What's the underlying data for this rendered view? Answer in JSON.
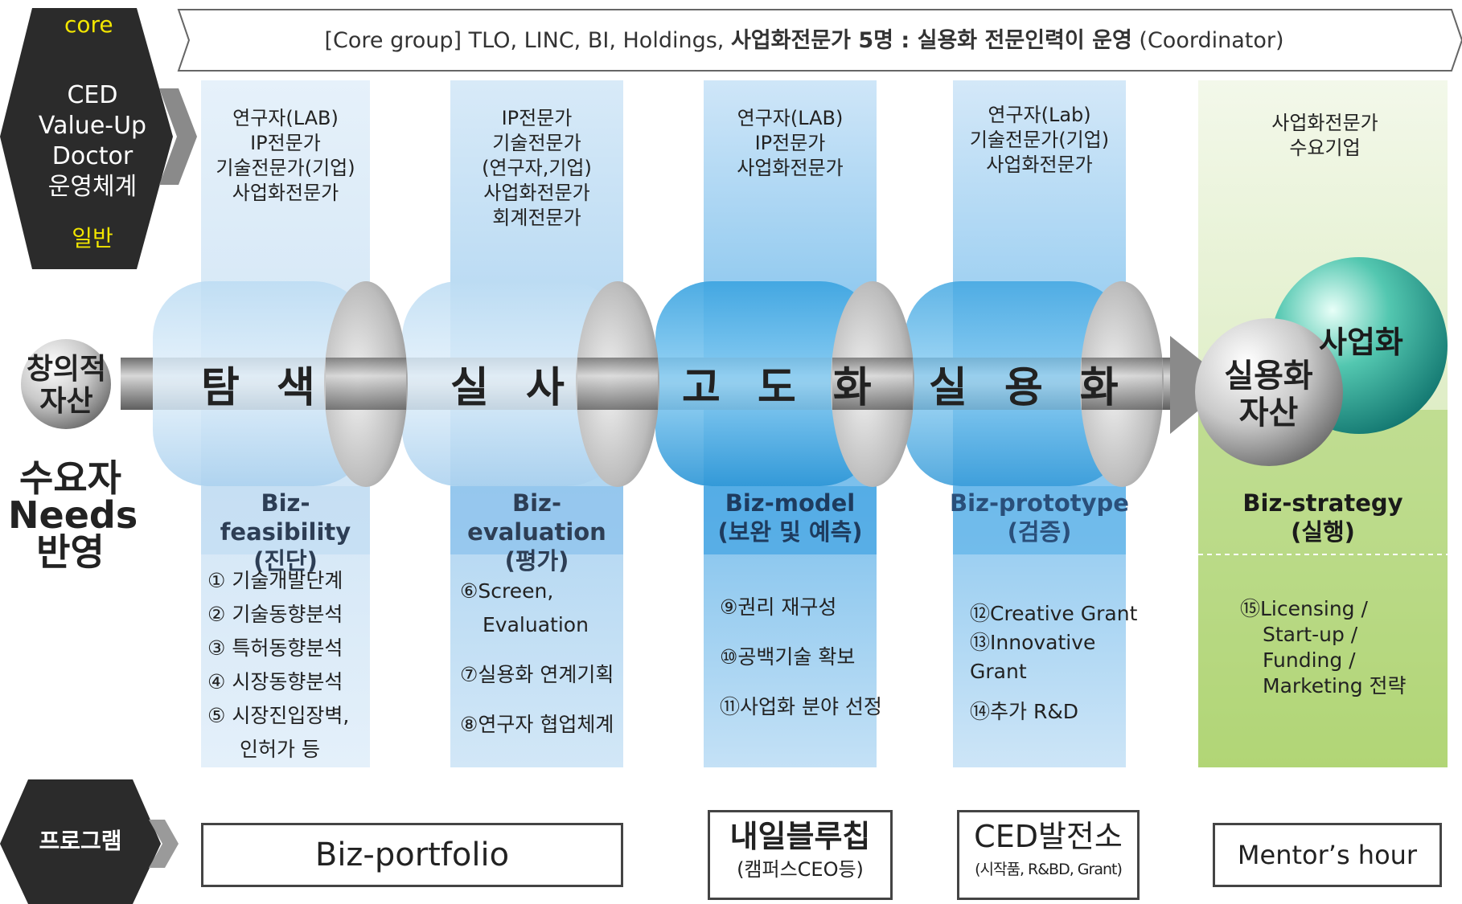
{
  "header": {
    "core_label": "core",
    "banner_prefix": "[Core group] TLO, LINC, BI, Holdings, ",
    "banner_bold": "사업화전문가 5명 : 실용화 전문인력이 운영",
    "banner_suffix": " (Coordinator)"
  },
  "left_hex": {
    "line1": "CED",
    "line2": "Value-Up",
    "line3": "Doctor",
    "line4": "운영체계",
    "bottom_label": "일반"
  },
  "left_side": {
    "asset_line1": "창의적",
    "asset_line2": "자산",
    "needs_line1": "수요자",
    "needs_line2": "Needs",
    "needs_line3": "반영"
  },
  "columns": [
    {
      "experts": [
        "연구자(LAB)",
        "IP전문가",
        "기술전문가(기업)",
        "사업화전문가"
      ],
      "stage": "탐 색",
      "biz_title": "Biz-feasibility",
      "biz_sub": "(진단)",
      "items": [
        "① 기술개발단계",
        "② 기술동향분석",
        "③ 특허동향분석",
        "④ 시장동향분석",
        "⑤ 시장진입장벽,",
        "인허가 등"
      ]
    },
    {
      "experts": [
        "IP전문가",
        "기술전문가",
        "(연구자,기업)",
        "사업화전문가",
        "회계전문가"
      ],
      "stage": "실 사",
      "biz_title": "Biz-evaluation",
      "biz_sub": "(평가)",
      "items": [
        "⑥Screen,",
        "Evaluation",
        "⑦실용화 연계기획",
        "⑧연구자 협업체계"
      ]
    },
    {
      "experts": [
        "연구자(LAB)",
        "IP전문가",
        "사업화전문가"
      ],
      "stage": "고 도 화",
      "biz_title": "Biz-model",
      "biz_sub": "(보완 및 예측)",
      "items": [
        "⑨권리 재구성",
        "⑩공백기술 확보",
        "⑪사업화 분야 선정"
      ]
    },
    {
      "experts": [
        "연구자(Lab)",
        "기술전문가(기업)",
        "사업화전문가"
      ],
      "stage": "실 용 화",
      "biz_title": "Biz-prototype",
      "biz_sub": "(검증)",
      "items": [
        "⑫Creative Grant",
        "⑬Innovative",
        "Grant",
        "⑭추가 R&D"
      ]
    },
    {
      "experts": [
        "사업화전문가",
        "수요기업"
      ],
      "stage": "",
      "biz_title": "Biz-strategy",
      "biz_sub": "(실행)",
      "items": [
        "⑮Licensing /",
        "Start-up /",
        "Funding /",
        "Marketing 전략"
      ]
    }
  ],
  "spheres": {
    "asset_line1": "실용화",
    "asset_line2": "자산",
    "commercial": "사업화"
  },
  "programs": {
    "hex_label": "프로그램",
    "biz_portfolio": "Biz-portfolio",
    "bluechip_title": "내일블루칩",
    "bluechip_sub": "(캠퍼스CEO등)",
    "ced_title": "CED발전소",
    "ced_sub": "(시작품, R&BD, Grant)",
    "mentor": "Mentor’s hour"
  },
  "colors": {
    "hex_dark": "#2b2b2b",
    "blue_light": "#d6e8f7",
    "blue_mid": "#9cc9ec",
    "blue_dark": "#5aaee3",
    "green_light": "#e8f1d6",
    "green_dark": "#9fcb5d",
    "pipe_gray": "#8c8c8c"
  }
}
